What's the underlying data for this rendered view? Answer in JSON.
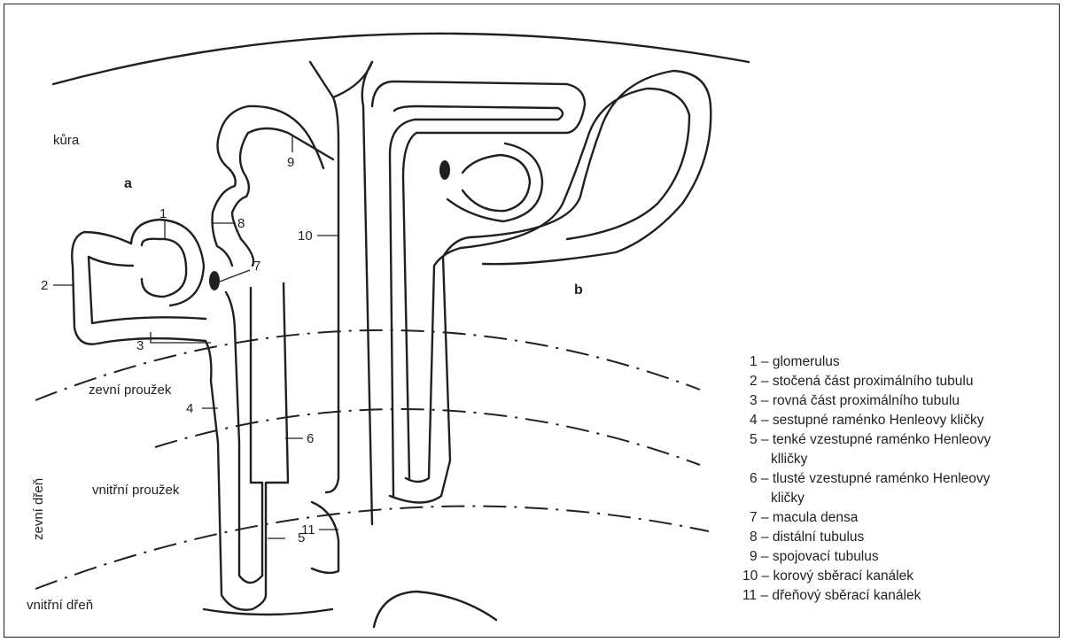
{
  "zones": {
    "cortex": "kůra",
    "outer_stripe": "zevní proužek",
    "outer_medulla": "zevní dřeň",
    "inner_stripe": "vnitřní proužek",
    "inner_medulla": "vnitřní dřeň"
  },
  "nephron_labels": {
    "a": "a",
    "b": "b"
  },
  "part_numbers": [
    "1",
    "2",
    "3",
    "4",
    "5",
    "6",
    "7",
    "8",
    "9",
    "10",
    "11"
  ],
  "legend": [
    "1 – glomerulus",
    "2 – stočená část proximálního tubulu",
    "3 – rovná část proximálního tubulu",
    "4 – sestupné raménko Henleovy kličky",
    "5 – tenké vzestupné raménko Henleovy",
    "klličky",
    "6 – tlusté vzestupné raménko Henleovy",
    "kličky",
    "7 – macula densa",
    "8 – distální tubulus",
    "9 – spojovací tubulus",
    "10 – korový sběrací kanálek",
    "11 – dřeňový sběrací kanálek"
  ]
}
